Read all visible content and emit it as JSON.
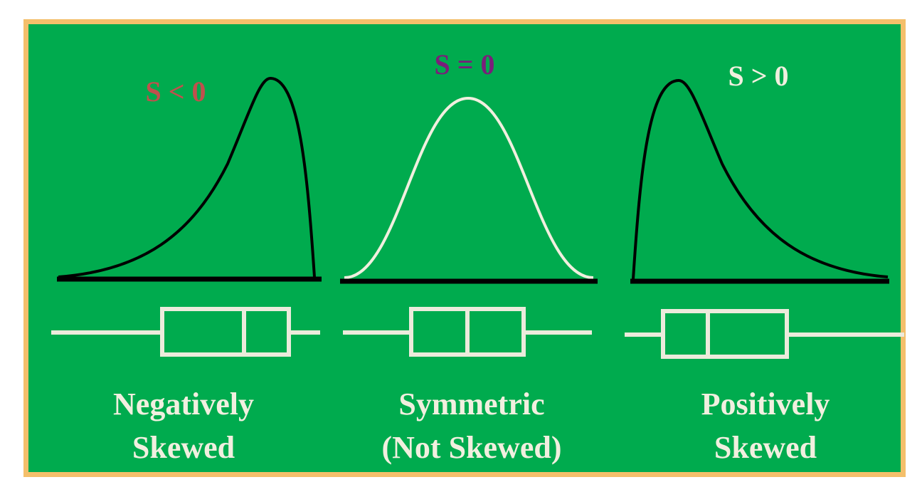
{
  "colors": {
    "background": "#00ab4e",
    "border": "#f4bf6b",
    "curve_dark": "#000000",
    "curve_light": "#f1efdf",
    "box_plot": "#ecebdc",
    "label_negative": "#c0504d",
    "label_zero": "#7a1e7a",
    "label_positive": "#f1efdf",
    "caption": "#f1efdf"
  },
  "panels": [
    {
      "id": "negative",
      "skew_label": "S < 0",
      "caption_line1": "Negatively",
      "caption_line2": "Skewed",
      "curve_color": "curve_dark"
    },
    {
      "id": "symmetric",
      "skew_label": "S = 0",
      "caption_line1": "Symmetric",
      "caption_line2": "(Not Skewed)",
      "curve_color": "curve_light"
    },
    {
      "id": "positive",
      "skew_label": "S > 0",
      "caption_line1": "Positively",
      "caption_line2": "Skewed",
      "curve_color": "curve_dark"
    }
  ]
}
